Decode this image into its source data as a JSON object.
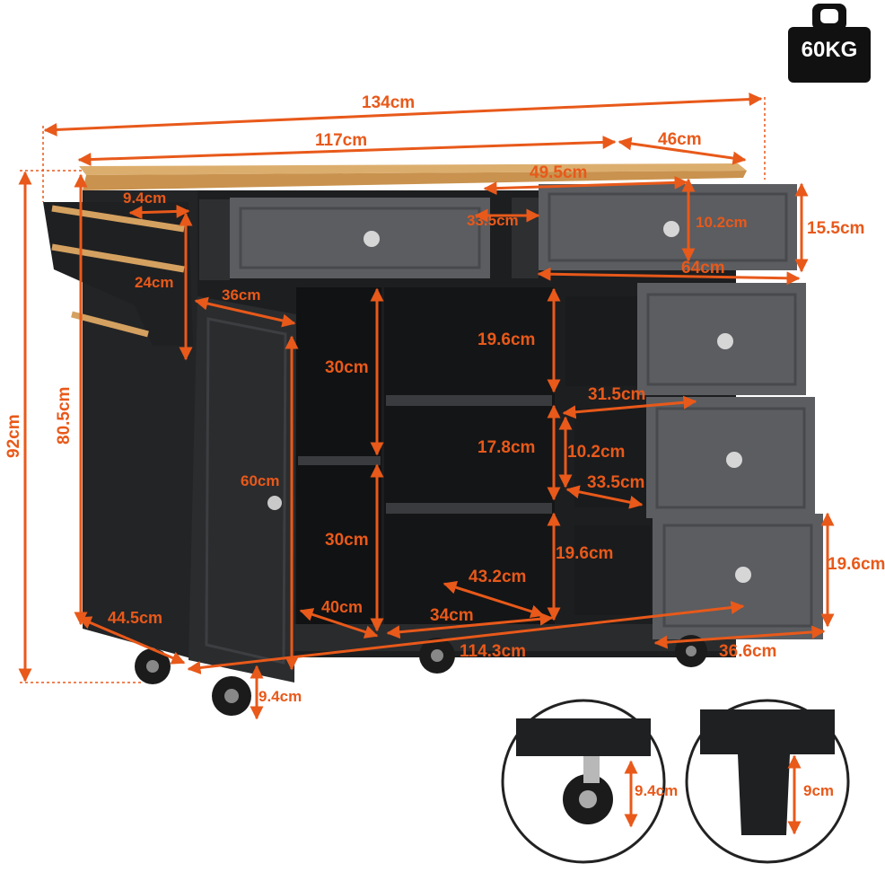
{
  "badge": {
    "weight": "60KG",
    "icon": "weight-icon"
  },
  "colors": {
    "accent": "#e8591a",
    "cabinet": "#2b2c2e",
    "drawer": "#5b5d61",
    "top": "#c9924e"
  },
  "dimensions": {
    "total_width": "134cm",
    "body_width": "117cm",
    "extension": "46cm",
    "top_drawer_width": "49.5cm",
    "rack_depth": "9.4cm",
    "top_drawer_inner": "33.5cm",
    "top_drawer_inner_h": "10.2cm",
    "top_drawer_h": "15.5cm",
    "top_drawer_depth": "64cm",
    "rack_height": "24cm",
    "door_width": "36cm",
    "total_height": "92cm",
    "body_height": "80.5cm",
    "shelf_h_1": "30cm",
    "shelf_h_2": "30cm",
    "mid_h_1": "19.6cm",
    "mid_h_2": "17.8cm",
    "mid_h_3": "19.6cm",
    "drawer_width": "31.5cm",
    "drawer_inner_h": "10.2cm",
    "drawer_inner_d": "33.5cm",
    "door_height": "60cm",
    "depth": "44.5cm",
    "shelf_depth": "40cm",
    "mid_width": "43.2cm",
    "mid_depth": "34cm",
    "base_width": "114.3cm",
    "bottom_drawer_w": "36.6cm",
    "bottom_drawer_h": "19.6cm",
    "wheel_h": "9.4cm",
    "detail_wheel_h": "9.4cm",
    "detail_leg_h": "9cm"
  }
}
